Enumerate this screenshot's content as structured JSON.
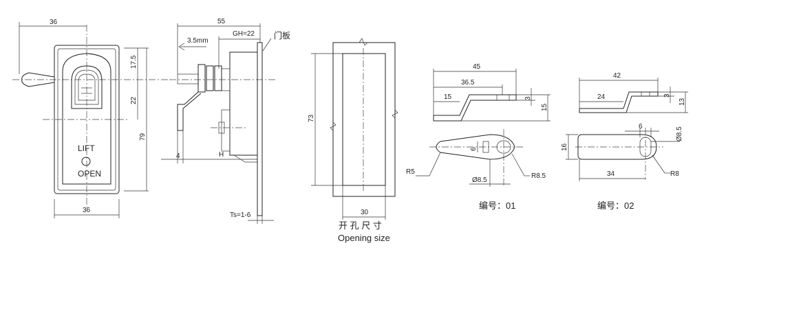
{
  "front_view": {
    "width_top": "36",
    "width_bottom": "36",
    "dim_17_5": "17.5",
    "dim_22": "22",
    "dim_79": "79",
    "label_lift": "LIFT",
    "label_open": "OPEN"
  },
  "side_view": {
    "dim_55": "55",
    "dim_gh": "GH=22",
    "door_panel": "门板",
    "dim_3_5": "3.5mm",
    "dim_4": "4",
    "dim_h": "H",
    "dim_ts": "Ts=1-6"
  },
  "opening_view": {
    "dim_73": "73",
    "dim_30": "30",
    "caption_cn": "开 孔 尺 寸",
    "caption_en": "Opening size"
  },
  "cam_01": {
    "dim_45": "45",
    "dim_36_5": "36.5",
    "dim_15_left": "15",
    "dim_3": "3",
    "dim_15_right": "15",
    "dim_6": "6",
    "dim_r5": "R5",
    "dim_d8_5": "Ø8.5",
    "dim_r8_5": "R8.5",
    "caption": "编号：01"
  },
  "cam_02": {
    "dim_42": "42",
    "dim_24": "24",
    "dim_3": "3",
    "dim_13": "13",
    "dim_6": "6",
    "dim_d8_5": "Ø8.5",
    "dim_16": "16",
    "dim_34": "34",
    "dim_r8": "R8",
    "caption": "编号：02"
  }
}
